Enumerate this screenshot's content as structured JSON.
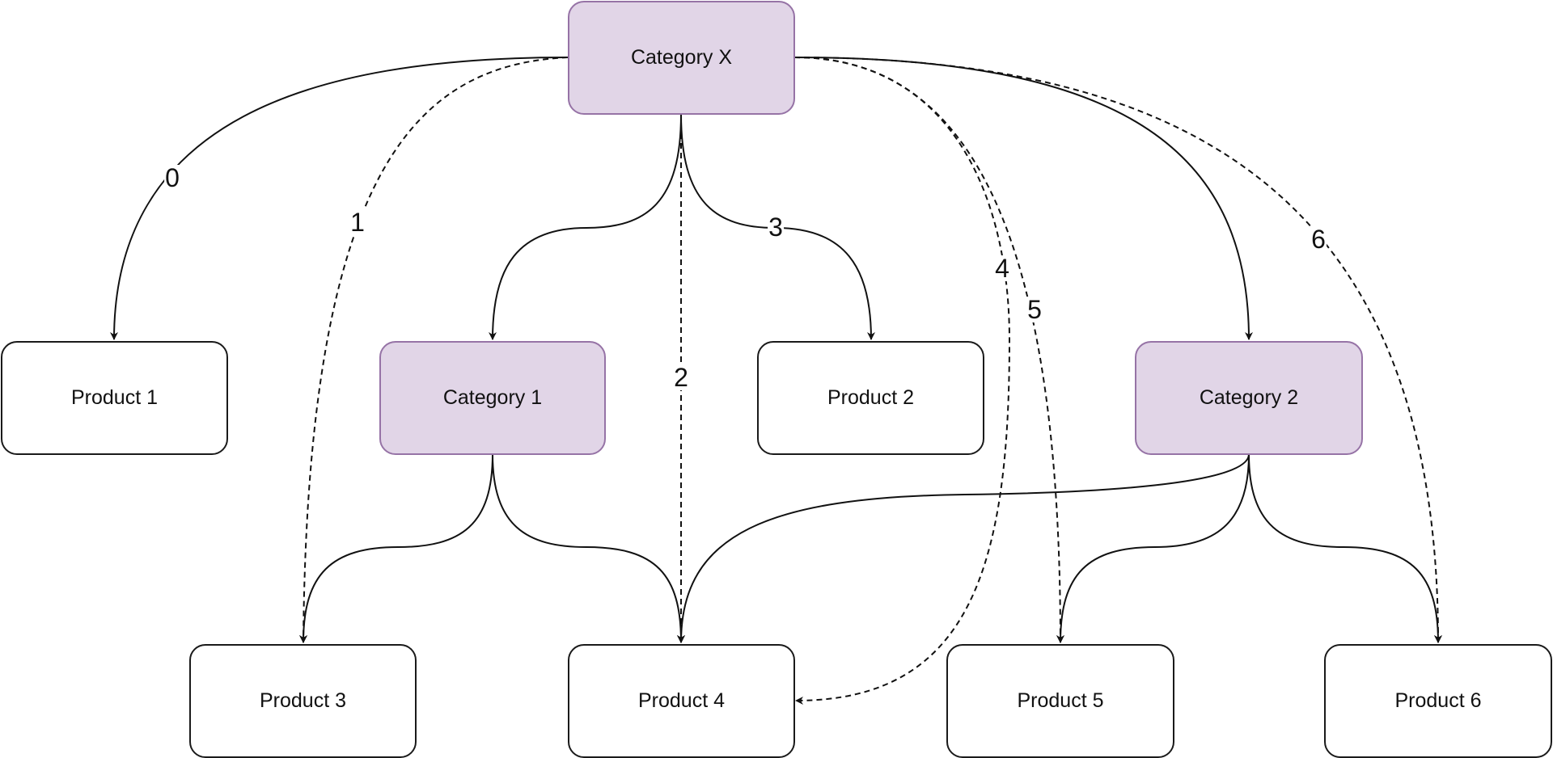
{
  "diagram": {
    "colors": {
      "category_fill": "#e1d5e7",
      "category_border": "#9673a6",
      "product_fill": "#ffffff",
      "product_border": "#1a1a1a",
      "edge": "#111111"
    },
    "nodes": [
      {
        "id": "catX",
        "label": "Category X",
        "type": "category"
      },
      {
        "id": "p1",
        "label": "Product 1",
        "type": "product"
      },
      {
        "id": "cat1",
        "label": "Category 1",
        "type": "category"
      },
      {
        "id": "p2",
        "label": "Product 2",
        "type": "product"
      },
      {
        "id": "cat2",
        "label": "Category 2",
        "type": "category"
      },
      {
        "id": "p3",
        "label": "Product 3",
        "type": "product"
      },
      {
        "id": "p4",
        "label": "Product 4",
        "type": "product"
      },
      {
        "id": "p5",
        "label": "Product 5",
        "type": "product"
      },
      {
        "id": "p6",
        "label": "Product 6",
        "type": "product"
      }
    ],
    "edges": [
      {
        "from": "catX",
        "to": "p1",
        "label": "0",
        "style": "solid"
      },
      {
        "from": "catX",
        "to": "p3",
        "label": "1",
        "style": "dashed"
      },
      {
        "from": "catX",
        "to": "cat1",
        "label": "",
        "style": "solid"
      },
      {
        "from": "catX",
        "to": "p4",
        "label": "2",
        "style": "dashed"
      },
      {
        "from": "catX",
        "to": "p2",
        "label": "3",
        "style": "solid"
      },
      {
        "from": "catX",
        "to": "p4",
        "label": "4",
        "style": "dashed"
      },
      {
        "from": "catX",
        "to": "p5",
        "label": "5",
        "style": "dashed"
      },
      {
        "from": "catX",
        "to": "cat2",
        "label": "",
        "style": "solid"
      },
      {
        "from": "catX",
        "to": "p6",
        "label": "6",
        "style": "dashed"
      },
      {
        "from": "cat1",
        "to": "p3",
        "label": "",
        "style": "solid"
      },
      {
        "from": "cat1",
        "to": "p4",
        "label": "",
        "style": "solid"
      },
      {
        "from": "cat2",
        "to": "p4",
        "label": "",
        "style": "solid"
      },
      {
        "from": "cat2",
        "to": "p5",
        "label": "",
        "style": "solid"
      },
      {
        "from": "cat2",
        "to": "p6",
        "label": "",
        "style": "solid"
      }
    ]
  }
}
